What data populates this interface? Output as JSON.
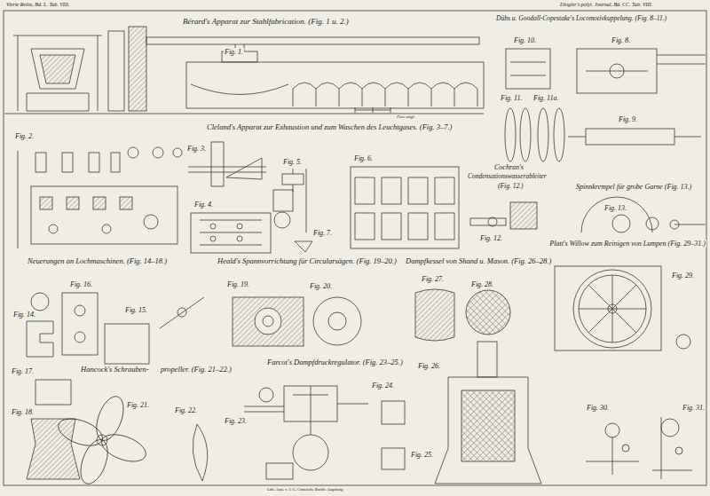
{
  "diagram": {
    "labels": [
      "Vierte Reihe, Bd. L. Tab. VIII.",
      "Dingler's polyt. Journal, Bd. CC. Tab. VIII.",
      "Bérard's Apparat zur Stahlfabrication. (Fig. 1 u. 2.)",
      "Fig. 1.",
      "Fuss engl.",
      "Dübs u. Goodall-Copestake's Locomotivkuppelung. (Fig. 8–11.)",
      "Fig. 10.",
      "Fig. 8.",
      "Fig. 11.",
      "Fig. 11a.",
      "Fig. 9.",
      "Cleland's Apparat zur Exhaustion und zum Waschen des Leuchtgases. (Fig. 3–7.)",
      "Fig. 2.",
      "Fig. 3.",
      "Fig. 5.",
      "Fig. 6.",
      "Fig. 4.",
      "Fig. 7.",
      "Cochran's",
      "Condensationswasserableiter",
      "(Fig. 12.)",
      "Spinnkrempel für grobe Garne (Fig. 13.)",
      "Fig. 12.",
      "Fig. 13.",
      "Platt's Willow zum Reinigen von Lumpen (Fig. 29–31.)",
      "Neuerungen an Lochmaschinen. (Fig. 14–18.)",
      "Heald's Spannvorrichtung für Circularsägen. (Fig. 19–20.)",
      "Dampfkessel von Shand u. Mason. (Fig. 26–28.)",
      "Fig. 16.",
      "Fig. 19.",
      "Fig. 20.",
      "Fig. 27.",
      "Fig. 28.",
      "Fig. 29.",
      "Fig. 14.",
      "Fig. 15.",
      "Fig. 17.",
      "Hancock's Schrauben-",
      "propeller. (Fig. 21–22.)",
      "Farcot's Dampfdruckregulator. (Fig. 23–25.)",
      "Fig. 24.",
      "Fig. 18.",
      "Fig. 21.",
      "Fig. 22.",
      "Fig. 23.",
      "Fig. 26.",
      "Fig. 30.",
      "Fig. 31.",
      "Fig. 25.",
      "Lith. Anst. v. J. G. Cotta'sche Buchh. Augsburg."
    ]
  }
}
